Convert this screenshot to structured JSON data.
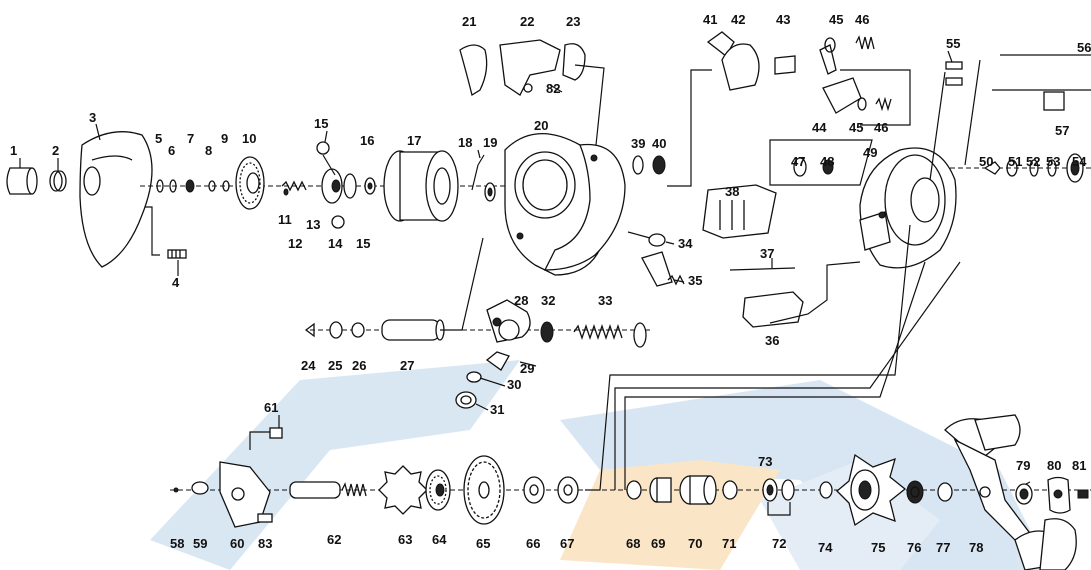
{
  "labels": [
    "1",
    "2",
    "3",
    "4",
    "5",
    "6",
    "7",
    "8",
    "9",
    "10",
    "11",
    "12",
    "13",
    "14",
    "15",
    "15",
    "16",
    "17",
    "18",
    "19",
    "20",
    "21",
    "22",
    "23",
    "82",
    "24",
    "25",
    "26",
    "27",
    "28",
    "29",
    "30",
    "31",
    "32",
    "33",
    "34",
    "35",
    "36",
    "37",
    "38",
    "39",
    "40",
    "41",
    "42",
    "43",
    "44",
    "45",
    "46",
    "45",
    "46",
    "47",
    "48",
    "49",
    "50",
    "51",
    "52",
    "53",
    "54",
    "55",
    "56",
    "57",
    "58",
    "59",
    "60",
    "61",
    "62",
    "63",
    "64",
    "65",
    "66",
    "67",
    "68",
    "69",
    "70",
    "71",
    "72",
    "73",
    "74",
    "75",
    "76",
    "77",
    "78",
    "79",
    "80",
    "81",
    "83"
  ],
  "colors": {
    "line": "#111111",
    "watermark_blue": "#b9d3ea",
    "watermark_orange": "#f6d39a",
    "background": "#ffffff"
  }
}
